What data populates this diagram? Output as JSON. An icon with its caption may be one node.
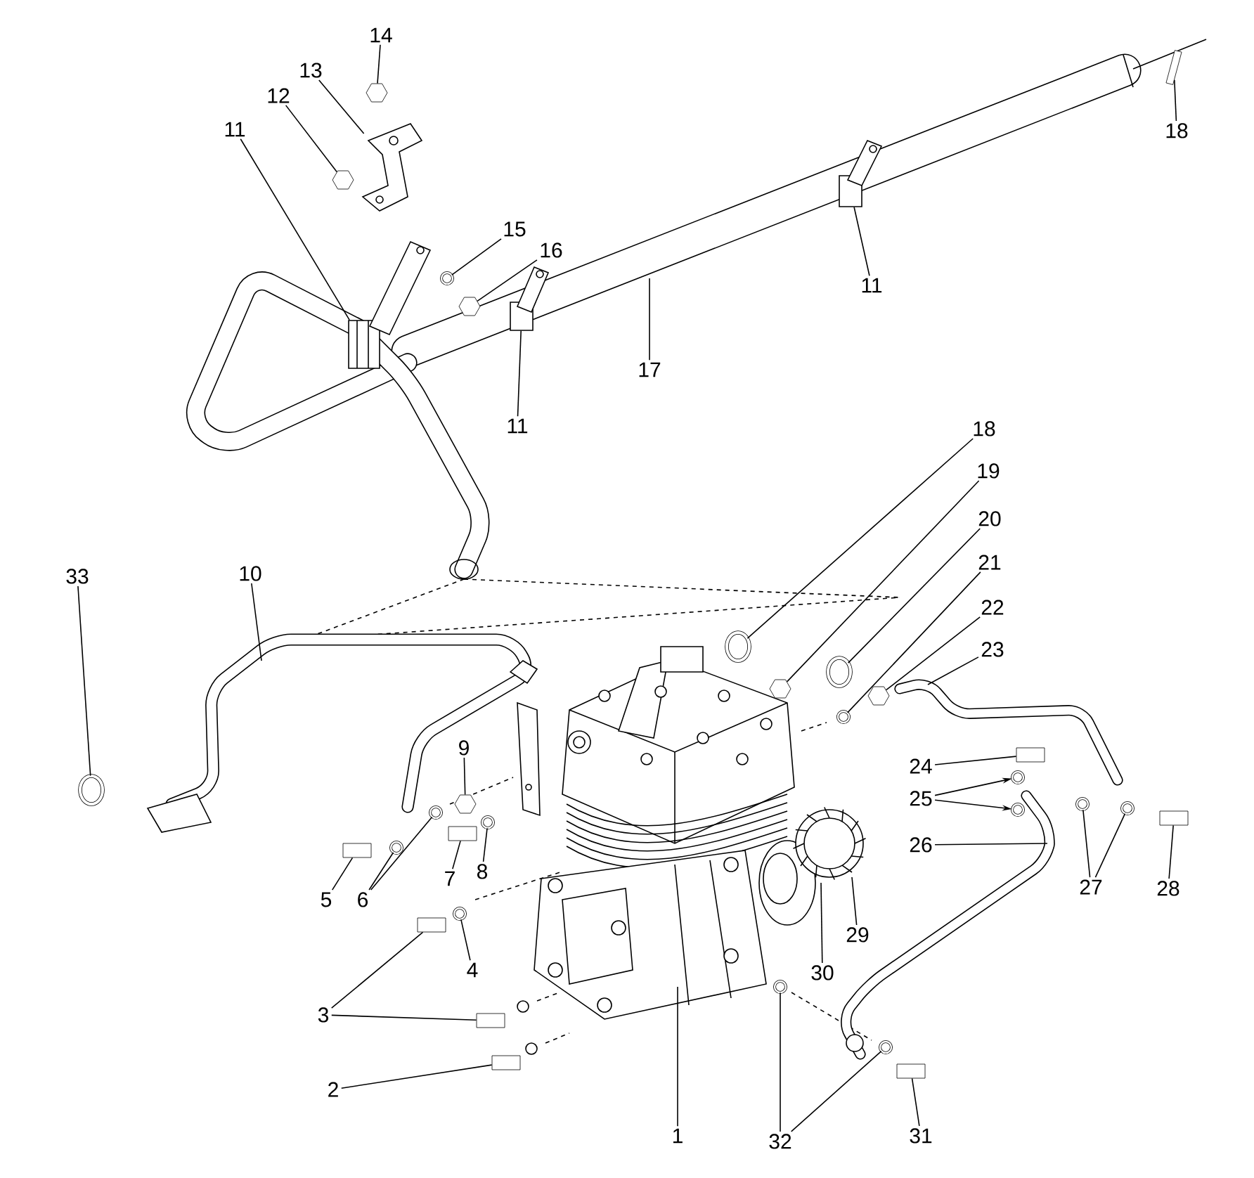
{
  "diagram": {
    "nodes": [
      {
        "text": [
          "14"
        ]
      },
      {
        "text": [
          "13"
        ]
      },
      {
        "text": [
          "12"
        ]
      },
      {
        "text": [
          "11"
        ]
      },
      {
        "text": [
          "18"
        ]
      },
      {
        "text": [
          "15"
        ]
      },
      {
        "text": [
          "16"
        ]
      },
      {
        "text": [
          "11"
        ]
      },
      {
        "text": [
          "17"
        ]
      },
      {
        "text": [
          "11"
        ]
      },
      {
        "text": [
          "18"
        ]
      },
      {
        "text": [
          "19"
        ]
      },
      {
        "text": [
          "20"
        ]
      },
      {
        "text": [
          "21"
        ]
      },
      {
        "text": [
          "33"
        ]
      },
      {
        "text": [
          "10"
        ]
      },
      {
        "text": [
          "22"
        ]
      },
      {
        "text": [
          "23"
        ]
      },
      {
        "text": [
          "9"
        ]
      },
      {
        "text": [
          "24"
        ]
      },
      {
        "text": [
          "25"
        ]
      },
      {
        "text": [
          "26"
        ]
      },
      {
        "text": [
          "8"
        ]
      },
      {
        "text": [
          "7"
        ]
      },
      {
        "text": [
          "27"
        ]
      },
      {
        "text": [
          "28"
        ]
      },
      {
        "text": [
          "5"
        ]
      },
      {
        "text": [
          "6"
        ]
      },
      {
        "text": [
          "29"
        ]
      },
      {
        "text": [
          "4"
        ]
      },
      {
        "text": [
          "30"
        ]
      },
      {
        "text": [
          "3"
        ]
      },
      {
        "text": [
          "2"
        ]
      },
      {
        "text": [
          "1"
        ]
      },
      {
        "text": [
          "31"
        ]
      },
      {
        "text": [
          "32"
        ]
      },
      {
        "text": [],
        "shape": "nut"
      },
      {
        "text": [],
        "shape": "nut"
      },
      {
        "text": [],
        "shape": "bar"
      },
      {
        "text": [],
        "shape": "washer"
      },
      {
        "text": [],
        "shape": "nut"
      },
      {
        "text": [],
        "shape": "ring"
      },
      {
        "text": [],
        "shape": "nut"
      },
      {
        "text": [],
        "shape": "ring"
      },
      {
        "text": [],
        "shape": "washer"
      },
      {
        "text": [],
        "shape": "nut"
      },
      {
        "text": [],
        "shape": "ring"
      },
      {
        "text": [],
        "shape": "nut"
      },
      {
        "text": [],
        "shape": "bolt"
      },
      {
        "text": [],
        "shape": "washer"
      },
      {
        "text": [],
        "shape": "washer"
      },
      {
        "text": [],
        "shape": "washer"
      },
      {
        "text": [],
        "shape": "bolt"
      },
      {
        "text": [],
        "shape": "washer"
      },
      {
        "text": [],
        "shape": "washer"
      },
      {
        "text": [],
        "shape": "bolt"
      },
      {
        "text": [],
        "shape": "bolt"
      },
      {
        "text": [],
        "shape": "washer"
      },
      {
        "text": [],
        "shape": "washer"
      },
      {
        "text": [],
        "shape": "washer"
      },
      {
        "text": [],
        "shape": "bolt"
      },
      {
        "text": [],
        "shape": "bolt"
      },
      {
        "text": [],
        "shape": "bolt"
      },
      {
        "text": [],
        "shape": "bolt"
      },
      {
        "text": [],
        "shape": "washer"
      },
      {
        "text": [],
        "shape": "washer"
      },
      {
        "text": [],
        "shape": "clamp"
      },
      {
        "text": [],
        "shape": "clamp"
      },
      {
        "text": [],
        "shape": "clamp"
      },
      {
        "text": [],
        "shape": "bracket"
      }
    ],
    "edges": [
      {
        "from": 0,
        "to": 36,
        "arrow": "none"
      },
      {
        "from": 1,
        "to": 69,
        "arrow": "none"
      },
      {
        "from": 2,
        "to": 37,
        "arrow": "none"
      },
      {
        "from": 3,
        "to": 66,
        "arrow": "none"
      },
      {
        "from": 4,
        "to": 38,
        "arrow": "none"
      },
      {
        "from": 5,
        "to": 39,
        "arrow": "none"
      },
      {
        "from": 6,
        "to": 40,
        "arrow": "none"
      },
      {
        "from": 7,
        "to": 68,
        "arrow": "none"
      },
      {
        "from": 8,
        "to": null,
        "arrow": "none"
      },
      {
        "from": 9,
        "to": 67,
        "arrow": "none"
      },
      {
        "from": 10,
        "to": 41,
        "arrow": "none"
      },
      {
        "from": 11,
        "to": 42,
        "arrow": "none"
      },
      {
        "from": 12,
        "to": 43,
        "arrow": "none"
      },
      {
        "from": 13,
        "to": 44,
        "arrow": "none"
      },
      {
        "from": 14,
        "to": 46,
        "arrow": "none"
      },
      {
        "from": 15,
        "to": null,
        "arrow": "none"
      },
      {
        "from": 16,
        "to": 45,
        "arrow": "none"
      },
      {
        "from": 17,
        "to": null,
        "arrow": "none"
      },
      {
        "from": 18,
        "to": 47,
        "arrow": "none"
      },
      {
        "from": 19,
        "to": 48,
        "arrow": "none"
      },
      {
        "from": 20,
        "to": 49,
        "arrow": "to"
      },
      {
        "from": 20,
        "to": 50,
        "arrow": "to"
      },
      {
        "from": 21,
        "to": null,
        "arrow": "none"
      },
      {
        "from": 22,
        "to": 51,
        "arrow": "none"
      },
      {
        "from": 23,
        "to": 52,
        "arrow": "none"
      },
      {
        "from": 24,
        "to": 53,
        "arrow": "none"
      },
      {
        "from": 24,
        "to": 54,
        "arrow": "none"
      },
      {
        "from": 25,
        "to": 55,
        "arrow": "none"
      },
      {
        "from": 26,
        "to": 56,
        "arrow": "none"
      },
      {
        "from": 27,
        "to": 57,
        "arrow": "none"
      },
      {
        "from": 27,
        "to": 58,
        "arrow": "none"
      },
      {
        "from": 28,
        "to": null,
        "arrow": "none"
      },
      {
        "from": 29,
        "to": 59,
        "arrow": "none"
      },
      {
        "from": 30,
        "to": null,
        "arrow": "none"
      },
      {
        "from": 31,
        "to": 60,
        "arrow": "none"
      },
      {
        "from": 31,
        "to": 61,
        "arrow": "none"
      },
      {
        "from": 32,
        "to": 62,
        "arrow": "none"
      },
      {
        "from": 33,
        "to": null,
        "arrow": "none"
      },
      {
        "from": 34,
        "to": 63,
        "arrow": "none"
      },
      {
        "from": 35,
        "to": 64,
        "arrow": "none"
      },
      {
        "from": 35,
        "to": 65,
        "arrow": "none"
      }
    ]
  }
}
